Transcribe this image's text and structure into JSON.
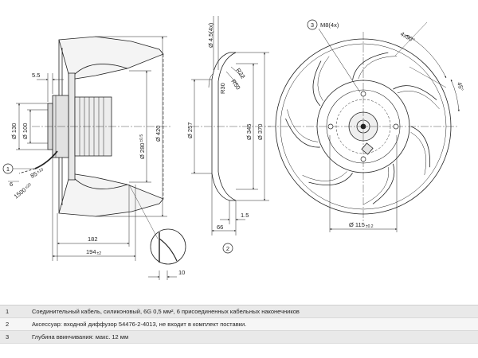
{
  "callouts": {
    "c1": "1",
    "c2": "2",
    "c3": "3"
  },
  "side_view": {
    "d_130": "Ø 130",
    "d_100": "Ø 100",
    "d_280": "Ø 280",
    "d_280_tol": "±0.5",
    "d_420": "Ø 420",
    "dim_5_5": "5.5",
    "dim_6": "6",
    "dim_85": "85",
    "dim_85_tol": "±10",
    "dim_1500": "1500",
    "dim_1500_tol": "±20",
    "dim_182": "182",
    "dim_194": "194",
    "dim_194_tol": "±2",
    "dim_10": "10"
  },
  "nozzle_view": {
    "d_4_5": "Ø 4.5(4x)",
    "r_22": "R22",
    "r_30": "R30",
    "r_50": "R50",
    "d_257": "Ø 257",
    "d_345": "Ø 345",
    "d_370": "Ø 370",
    "dim_66": "66",
    "dim_1_5": "1.5"
  },
  "front_view": {
    "m8": "M8(4x)",
    "angle_4x90": "4x90°",
    "angle_45": "45°",
    "d_115": "Ø 115",
    "d_115_tol": "±0.2"
  },
  "legend": [
    {
      "num": "1",
      "text": "Соединительный кабель, силиконовый, 6G 0,5 мм², 6 присоединенных кабельных наконечников"
    },
    {
      "num": "2",
      "text": "Аксессуар: входной диффузор 54476-2-4013, не входит в комплект поставки."
    },
    {
      "num": "3",
      "text": "Глубина ввинчивания: макс. 12 мм"
    }
  ]
}
